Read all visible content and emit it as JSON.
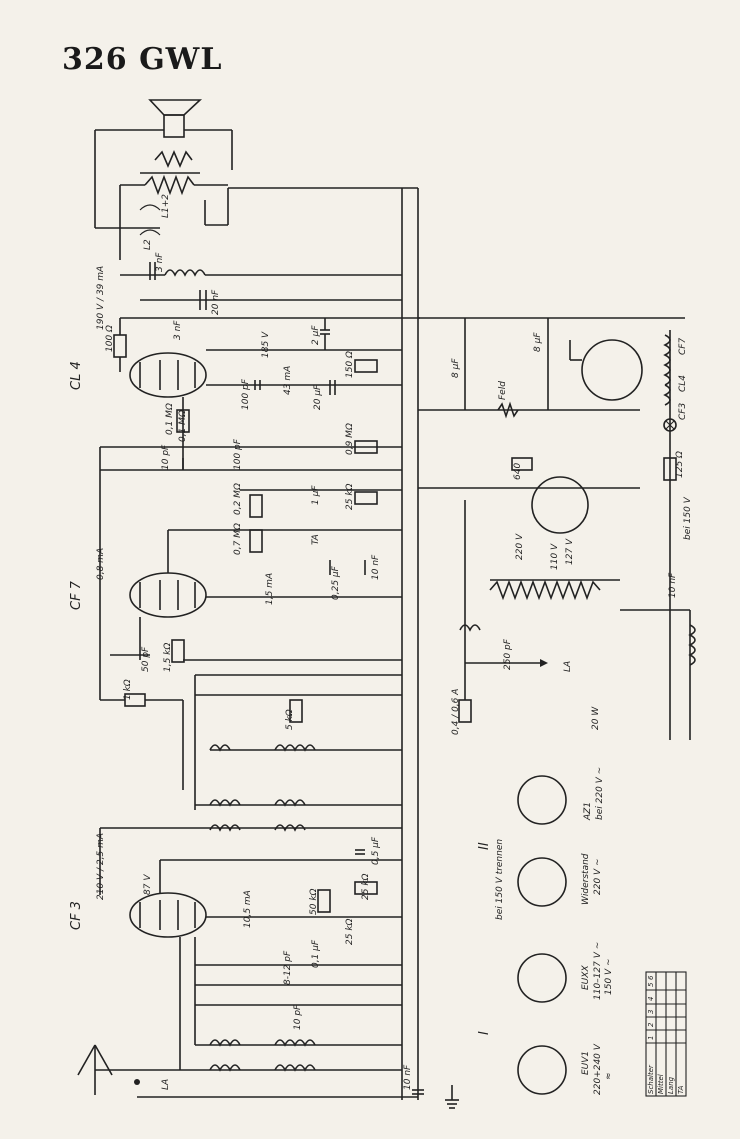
{
  "title": "326 GWL",
  "tubes": {
    "cl4": "CL 4",
    "cf7": "CF 7",
    "cf3": "CF 3",
    "az1": "AZ1",
    "euxx": "EUXX",
    "euv1": "EUV1",
    "cf3_small": "CF3",
    "cl4_small": "CL4",
    "cf7_small": "CF7"
  },
  "labels": {
    "speaker_coil": "L1+2",
    "l2": "L2",
    "cl4_current": "190 V / 39 mA",
    "r100": "100 Ω",
    "c3nf_a": "3 nF",
    "c3nf_b": "3 nF",
    "c20nf": "20 nF",
    "v185": "185 V",
    "c2uf": "2 µF",
    "r150": "150 Ω",
    "c100pf_a": "100 pF",
    "ma43": "43 mA",
    "c20uf": "20 µF",
    "r01m_a": "0,1 MΩ",
    "r01m_b": "0,1 MΩ",
    "r09m": "0,9 MΩ",
    "c10pf": "10 pF",
    "c100pf_b": "100 pF",
    "r02m": "0,2 MΩ",
    "c1uf": "1 µF",
    "r25k_a": "25 kΩ",
    "c8uf_a": "8 µF",
    "c8uf_b": "8 µF",
    "feld": "Feld",
    "r640": "640",
    "cf7_current": "0,8 mA",
    "r07m": "0,7 MΩ",
    "ta": "TA",
    "c025uf": "0,25 µF",
    "c10nf_a": "10 nF",
    "ma15": "1,5 mA",
    "v220": "220 V",
    "v110": "110 V",
    "v127": "127 V",
    "r125": "125 Ω",
    "bei150": "bei 150 V",
    "c10nf_b": "10 nF",
    "c50pf": "50 pF",
    "r15k": "1,5 kΩ",
    "c250pf": "250 pF",
    "la_a": "LA",
    "r1k": "1 kΩ",
    "r5k": "5 kΩ",
    "fuse": "0,4 / 0,6 A",
    "w20": "20 W",
    "cf3_current": "210 V / 2,5 mA",
    "v87": "87 V",
    "c05uf": "0,5 µF",
    "r50k": "50 kΩ",
    "r25k_b": "25 kΩ",
    "ma105": "10,5 mA",
    "r25k_c": "25 kΩ",
    "c8_12pf": "8-12 pF",
    "c01uf": "0,1 µF",
    "c10pf_b": "10 pF",
    "la_b": "LA",
    "c10nf_c": "10 nF",
    "roman1": "I",
    "roman2": "II",
    "bei150v": "bei 150 V trennen",
    "widerstand": "Widerstand",
    "v220dc": "220 V ∼",
    "az1_note": "bei 220 V ∼",
    "euxx_v1": "110–127 V ∼",
    "euxx_v2": "150 V ∼",
    "euv1_v": "220+240 V",
    "euv1_sym": "≈"
  },
  "table": {
    "header": [
      "Schalter",
      "1",
      "2",
      "3",
      "4",
      "5",
      "6"
    ],
    "rows": [
      "Mittel",
      "Lang",
      "TA"
    ]
  }
}
